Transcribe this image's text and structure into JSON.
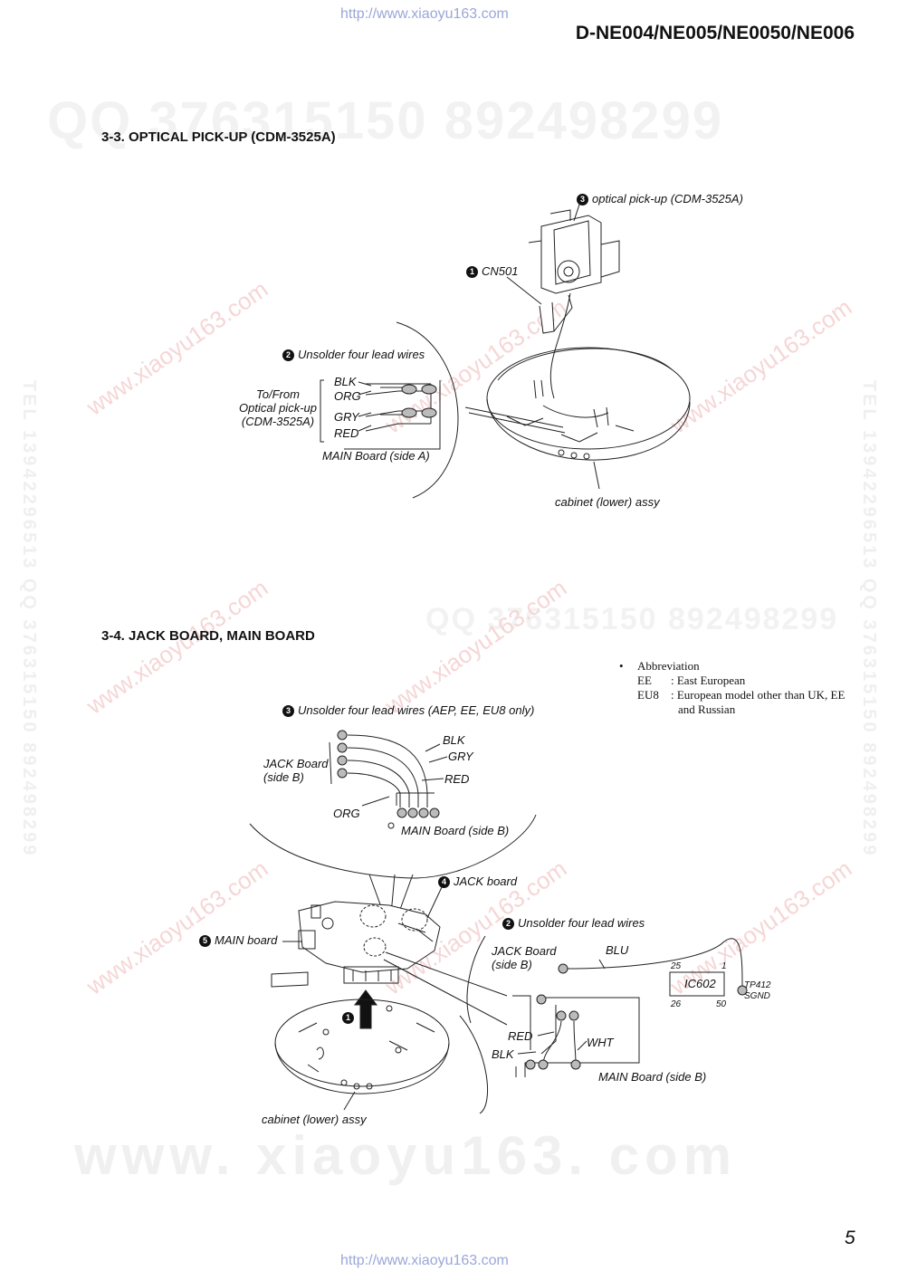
{
  "header": {
    "url_top": "http://www.xiaoyu163.com",
    "model": "D-NE004/NE005/NE0050/NE006"
  },
  "watermarks": {
    "qq_line": "QQ 376315150   892498299",
    "qq_line_2": "QQ 376315150   892498299",
    "domain_large": "www. xiaoyu163. com",
    "side_text": "TEL 13942296513 QQ 376315150 892498299",
    "diag_text": "www.xiaoyu163.com"
  },
  "section_33": {
    "title": "3-3.   OPTICAL PICK-UP (CDM-3525A)",
    "step3_num": "3",
    "step3_label": "optical pick-up (CDM-3525A)",
    "step1_num": "1",
    "step1_label": "CN501",
    "step2_num": "2",
    "step2_label": "Unsolder four lead wires",
    "wire_blk": "BLK",
    "wire_org": "ORG",
    "wire_gry": "GRY",
    "wire_red": "RED",
    "to_from_1": "To/From",
    "to_from_2": "Optical pick-up",
    "to_from_3": "(CDM-3525A)",
    "main_board": "MAIN Board (side A)",
    "cabinet": "cabinet (lower) assy"
  },
  "section_34": {
    "title": "3-4.   JACK BOARD, MAIN BOARD",
    "abbrev_title": "Abbreviation",
    "abbrev_ee_key": "EE",
    "abbrev_ee_val": ": East European",
    "abbrev_eu8_key": "EU8",
    "abbrev_eu8_val_1": ": European model other than UK, EE",
    "abbrev_eu8_val_2": "and Russian",
    "step3_num": "3",
    "step3_label": "Unsolder four lead wires (AEP, EE, EU8 only)",
    "wire_blk": "BLK",
    "wire_gry": "GRY",
    "wire_red": "RED",
    "wire_org": "ORG",
    "jack_board_1": "JACK Board",
    "jack_board_2": "(side B)",
    "main_board_b": "MAIN Board (side B)",
    "step4_num": "4",
    "step4_label": "JACK board",
    "step5_num": "5",
    "step5_label": "MAIN board",
    "step2_num": "2",
    "step2_label": "Unsolder four lead wires",
    "step1_num": "1",
    "jack_board_r1": "JACK Board",
    "jack_board_r2": "(side B)",
    "wire_blu": "BLU",
    "ic_name": "IC602",
    "ic_pin_25": "25",
    "ic_pin_1": "1",
    "ic_pin_26": "26",
    "ic_pin_50": "50",
    "tp412": "TP412",
    "sgnd": "SGND",
    "wire_red_r": "RED",
    "wire_wht": "WHT",
    "wire_blk_r": "BLK",
    "main_board_r": "MAIN Board (side B)",
    "cabinet": "cabinet (lower) assy"
  },
  "footer": {
    "page_number": "5",
    "url_bottom": "http://www.xiaoyu163.com"
  }
}
